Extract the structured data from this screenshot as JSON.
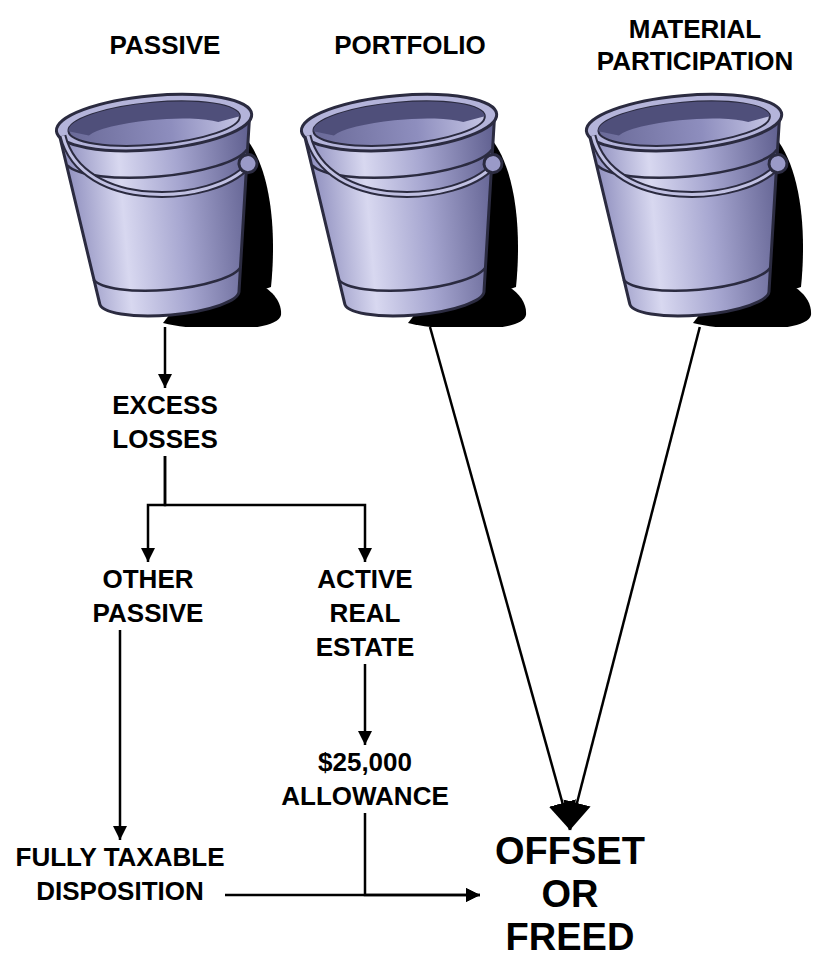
{
  "diagram": {
    "nodes": [
      {
        "text": [
          "PASSIVE"
        ]
      },
      {
        "text": [
          "PORTFOLIO"
        ]
      },
      {
        "text": [
          "MATERIAL PARTICIPATION"
        ]
      },
      {
        "text": [
          "EXCESS LOSSES"
        ]
      },
      {
        "text": [
          "OTHER PASSIVE"
        ]
      },
      {
        "text": [
          "ACTIVE REAL ESTATE"
        ]
      },
      {
        "text": [
          "$25,000 ALLOWANCE"
        ]
      },
      {
        "text": [
          "FULLY TAXABLE DISPOSITION"
        ]
      },
      {
        "text": [
          "OFFSET OR FREED"
        ]
      }
    ],
    "edges": [
      {
        "from": 0,
        "to": 3,
        "arrow": "to"
      },
      {
        "from": 3,
        "to": 4,
        "arrow": "to"
      },
      {
        "from": 3,
        "to": 5,
        "arrow": "to"
      },
      {
        "from": 5,
        "to": 6,
        "arrow": "to"
      },
      {
        "from": 4,
        "to": 7,
        "arrow": "to"
      },
      {
        "from": 7,
        "to": 8,
        "arrow": "to"
      },
      {
        "from": 6,
        "to": 8,
        "arrow": "to"
      },
      {
        "from": 1,
        "to": 8,
        "arrow": "to"
      },
      {
        "from": 2,
        "to": 8,
        "arrow": "to"
      }
    ]
  }
}
